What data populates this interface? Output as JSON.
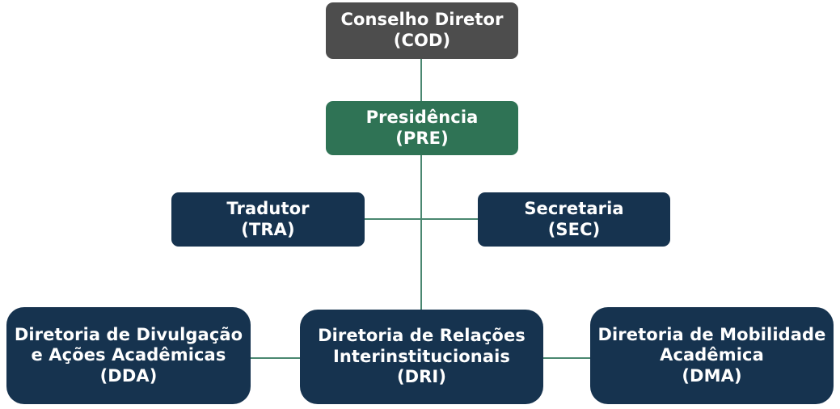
{
  "chart": {
    "type": "org-chart",
    "title": "",
    "language": "pt-BR",
    "colors": {
      "board": "#4d4d4d",
      "presidency": "#2f7355",
      "unit": "#16334f",
      "connector": "#4a8770",
      "text": "#ffffff",
      "background": "#ffffff"
    },
    "nodes": [
      {
        "id": "COD",
        "name": "Conselho Diretor",
        "acronym": "(COD)",
        "label": "Conselho Diretor\n(COD)",
        "level": 0,
        "color": "#4d4d4d"
      },
      {
        "id": "PRE",
        "name": "Presidência",
        "acronym": "(PRE)",
        "label": "Presidência\n(PRE)",
        "level": 1,
        "color": "#2f7355"
      },
      {
        "id": "TRA",
        "name": "Tradutor",
        "acronym": "(TRA)",
        "label": "Tradutor\n(TRA)",
        "level": 2,
        "color": "#16334f"
      },
      {
        "id": "SEC",
        "name": "Secretaria",
        "acronym": "(SEC)",
        "label": "Secretaria\n(SEC)",
        "level": 2,
        "color": "#16334f"
      },
      {
        "id": "DDA",
        "name": "Diretoria de Divulgação e Ações Acadêmicas",
        "acronym": "(DDA)",
        "label": "Diretoria de Divulgação\ne Ações Acadêmicas\n(DDA)",
        "level": 3,
        "color": "#16334f"
      },
      {
        "id": "DRI",
        "name": "Diretoria de Relações Interinstitucionais",
        "acronym": "(DRI)",
        "label": "Diretoria de Relações\nInterinstitucionais\n(DRI)",
        "level": 3,
        "color": "#16334f"
      },
      {
        "id": "DMA",
        "name": "Diretoria de Mobilidade Acadêmica",
        "acronym": "(DMA)",
        "label": "Diretoria de Mobilidade\nAcadêmica\n(DMA)",
        "level": 3,
        "color": "#16334f"
      }
    ],
    "edges": [
      {
        "from": "COD",
        "to": "PRE",
        "style": "vertical"
      },
      {
        "from": "PRE",
        "to": "TRA",
        "style": "elbow"
      },
      {
        "from": "PRE",
        "to": "SEC",
        "style": "elbow"
      },
      {
        "from": "PRE",
        "to": "DRI",
        "style": "vertical"
      },
      {
        "from": "DRI",
        "to": "DDA",
        "style": "horizontal"
      },
      {
        "from": "DRI",
        "to": "DMA",
        "style": "horizontal"
      }
    ]
  }
}
